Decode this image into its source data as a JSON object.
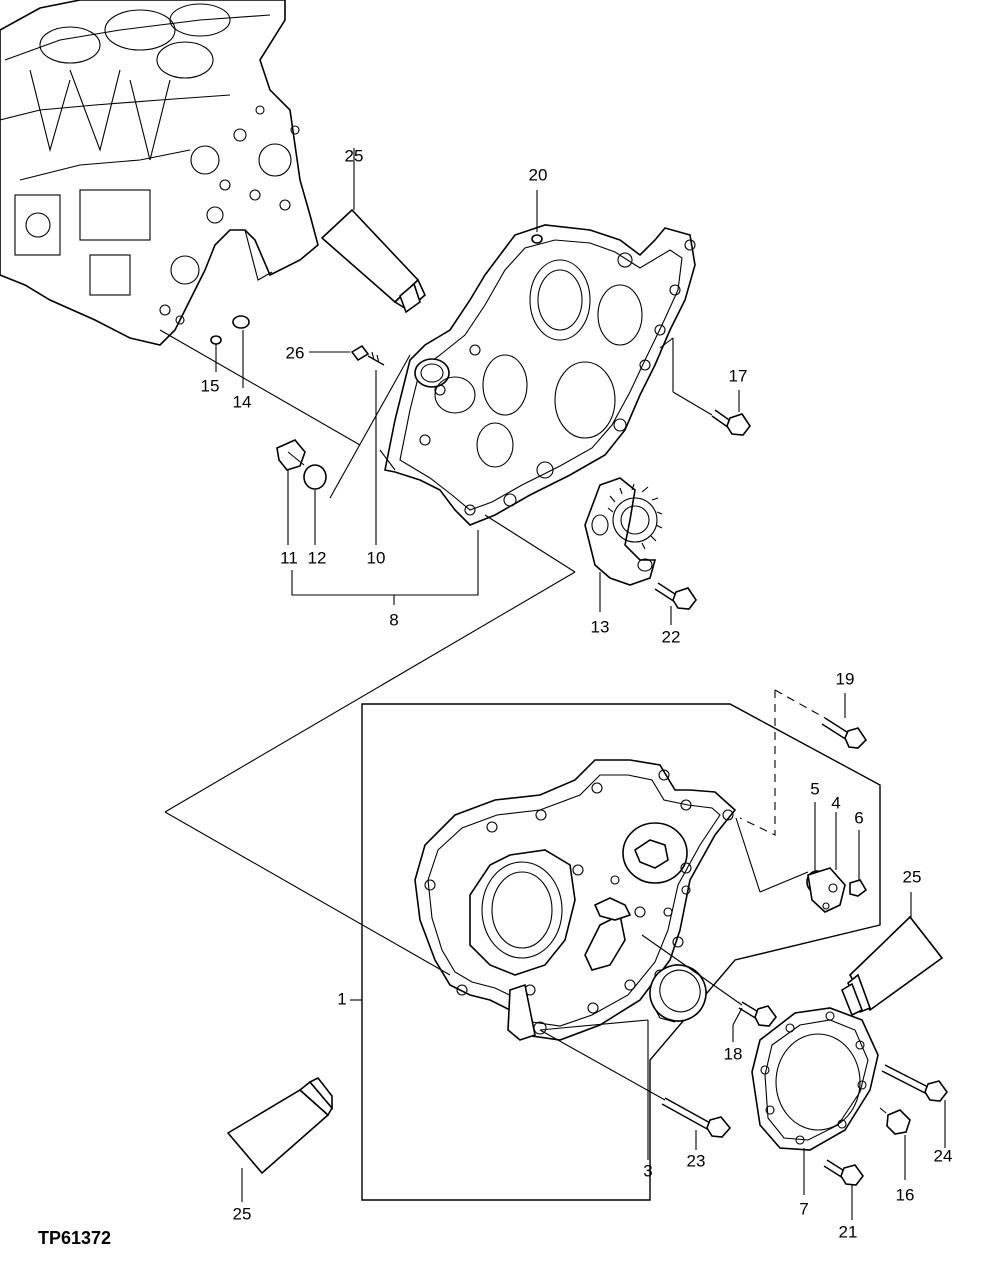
{
  "figure_id": "TP61372",
  "callouts": [
    {
      "id": "c1",
      "text": "1"
    },
    {
      "id": "c3",
      "text": "3"
    },
    {
      "id": "c4",
      "text": "4"
    },
    {
      "id": "c5",
      "text": "5"
    },
    {
      "id": "c6",
      "text": "6"
    },
    {
      "id": "c7",
      "text": "7"
    },
    {
      "id": "c8",
      "text": "8"
    },
    {
      "id": "c10",
      "text": "10"
    },
    {
      "id": "c11",
      "text": "11"
    },
    {
      "id": "c12",
      "text": "12"
    },
    {
      "id": "c13",
      "text": "13"
    },
    {
      "id": "c14",
      "text": "14"
    },
    {
      "id": "c15",
      "text": "15"
    },
    {
      "id": "c16",
      "text": "16"
    },
    {
      "id": "c17",
      "text": "17"
    },
    {
      "id": "c18",
      "text": "18"
    },
    {
      "id": "c19",
      "text": "19"
    },
    {
      "id": "c20",
      "text": "20"
    },
    {
      "id": "c21",
      "text": "21"
    },
    {
      "id": "c22",
      "text": "22"
    },
    {
      "id": "c23",
      "text": "23"
    },
    {
      "id": "c24",
      "text": "24"
    },
    {
      "id": "c25a",
      "text": "25"
    },
    {
      "id": "c25b",
      "text": "25"
    },
    {
      "id": "c25c",
      "text": "25"
    },
    {
      "id": "c26",
      "text": "26"
    }
  ]
}
